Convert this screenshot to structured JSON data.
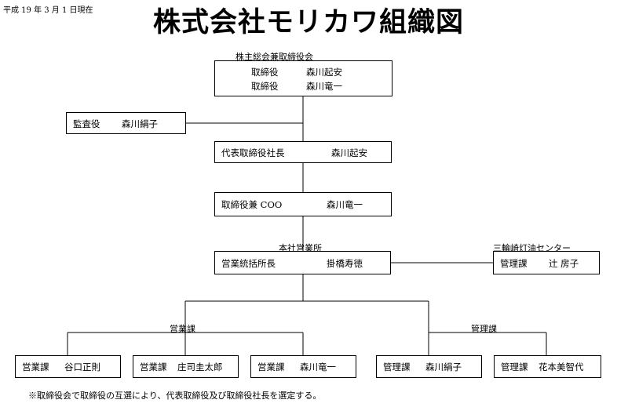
{
  "header": {
    "date": "平成 19 年 3 月 1 日現在",
    "title": "株式会社モリカワ組織図"
  },
  "board": {
    "label": "株主総会兼取締役会",
    "rows": [
      {
        "role": "取締役",
        "name": "森川起安"
      },
      {
        "role": "取締役",
        "name": "森川竜一"
      }
    ]
  },
  "auditor": {
    "role": "監査役",
    "name": "森川絹子"
  },
  "president": {
    "role": "代表取締役社長",
    "name": "森川起安"
  },
  "coo": {
    "role": "取締役兼 COO",
    "name": "森川竜一"
  },
  "head_office": {
    "label": "本社営業所",
    "role": "営業統括所長",
    "name": "掛橋寿徳"
  },
  "oil_center": {
    "label": "三輪崎灯油センター",
    "role": "管理課",
    "name": "辻 房子"
  },
  "sales_section": {
    "label": "営業課",
    "members": [
      {
        "role": "営業課",
        "name": "谷口正則"
      },
      {
        "role": "営業課",
        "name": "庄司圭太郎"
      },
      {
        "role": "営業課",
        "name": "森川竜一"
      }
    ]
  },
  "admin_section": {
    "label": "管理課",
    "members": [
      {
        "role": "管理課",
        "name": "森川絹子"
      },
      {
        "role": "管理課",
        "name": "花本美智代"
      }
    ]
  },
  "footnote": "※取締役会で取締役の互選により、代表取締役及び取締役社長を選定する。"
}
